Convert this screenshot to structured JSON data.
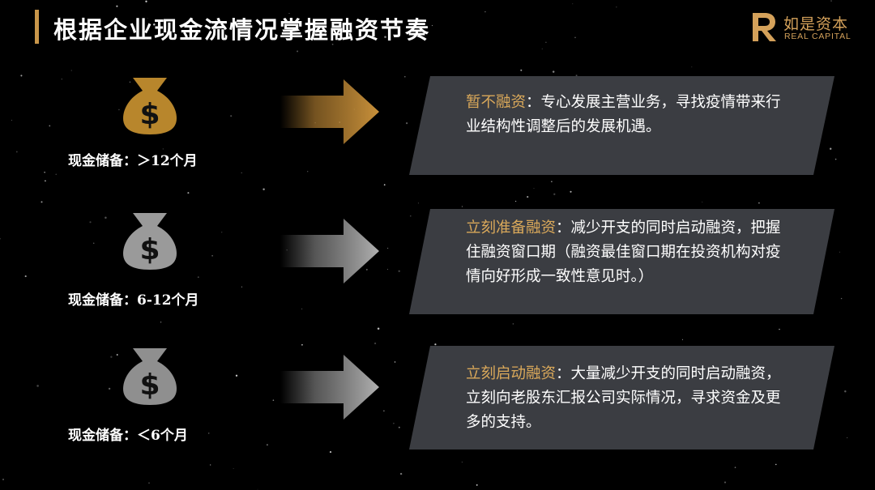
{
  "title": "根据企业现金流情况掌握融资节奏",
  "logo": {
    "name_cn": "如是资本",
    "name_en": "REAL CAPITAL",
    "mark": "R",
    "color": "#d4a15a"
  },
  "rows": [
    {
      "icon": "money-bag-icon",
      "icon_symbol": "$",
      "icon_color": "#b8862c",
      "reserve_label": "现金储备：＞12个月",
      "highlight": "暂不融资",
      "text": "：专心发展主营业务，寻找疫情带来行业结构性调整后的发展机遇。"
    },
    {
      "icon": "money-bag-icon",
      "icon_symbol": "$",
      "icon_color": "#9a9a9a",
      "reserve_label": "现金储备：6-12个月",
      "highlight": "立刻准备融资",
      "text": "：减少开支的同时启动融资，把握住融资窗口期（融资最佳窗口期在投资机构对疫情向好形成一致性意见时。）"
    },
    {
      "icon": "money-bag-icon",
      "icon_symbol": "$",
      "icon_color": "#8f8f8f",
      "reserve_label": "现金储备：＜6个月",
      "highlight": "立刻启动融资",
      "text": "：大量减少开支的同时启动融资，立刻向老股东汇报公司实际情况，寻求资金及更多的支持。"
    }
  ],
  "colors": {
    "background": "#000000",
    "accent": "#c8964a",
    "highlight": "#d9a85a",
    "panel": "#3b3d42",
    "arrow_gold": "#c28a36",
    "arrow_gray": "#9c9c9c"
  }
}
